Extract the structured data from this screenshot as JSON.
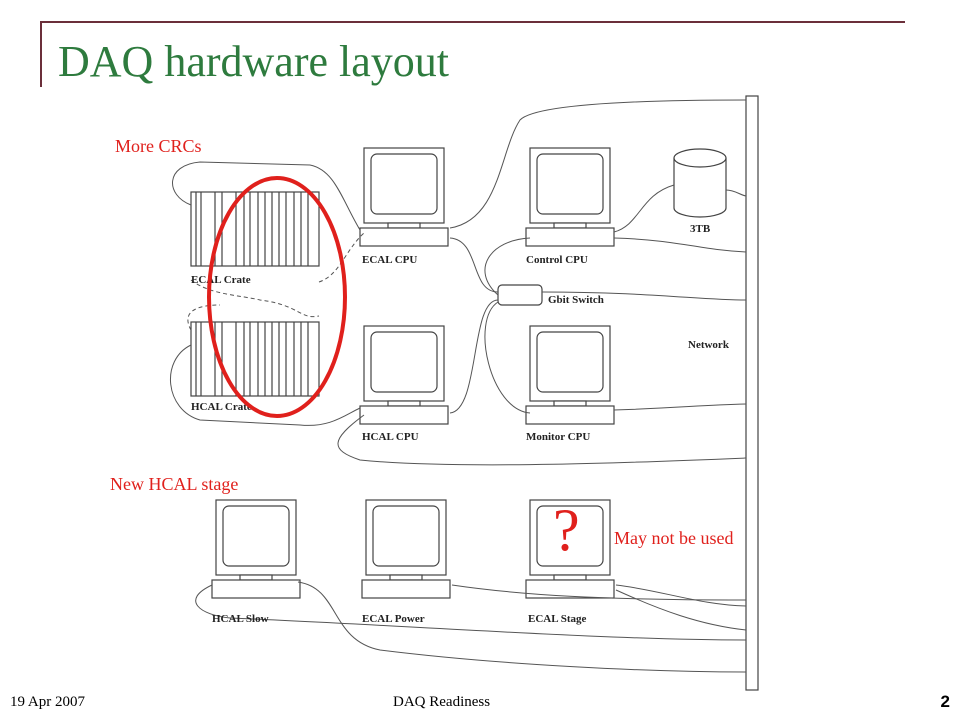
{
  "slide": {
    "title": "DAQ hardware layout",
    "footer_date": "19 Apr 2007",
    "footer_center": "DAQ Readiness",
    "page_number": "2"
  },
  "diagram": {
    "labels": {
      "ecal_crate": "ECAL Crate",
      "hcal_crate": "HCAL Crate",
      "ecal_cpu": "ECAL CPU",
      "hcal_cpu": "HCAL CPU",
      "control_cpu": "Control CPU",
      "monitor_cpu": "Monitor CPU",
      "storage": "3TB",
      "gbit_switch": "Gbit Switch",
      "network": "Network",
      "hcal_slow": "HCAL Slow",
      "ecal_power": "ECAL Power",
      "ecal_stage": "ECAL Stage"
    }
  },
  "annotations": {
    "more_crcs": "More CRCs",
    "new_hcal_stage": "New HCAL stage",
    "question": "?",
    "may_not_be_used": "May not be used",
    "color": "#e0201c"
  }
}
